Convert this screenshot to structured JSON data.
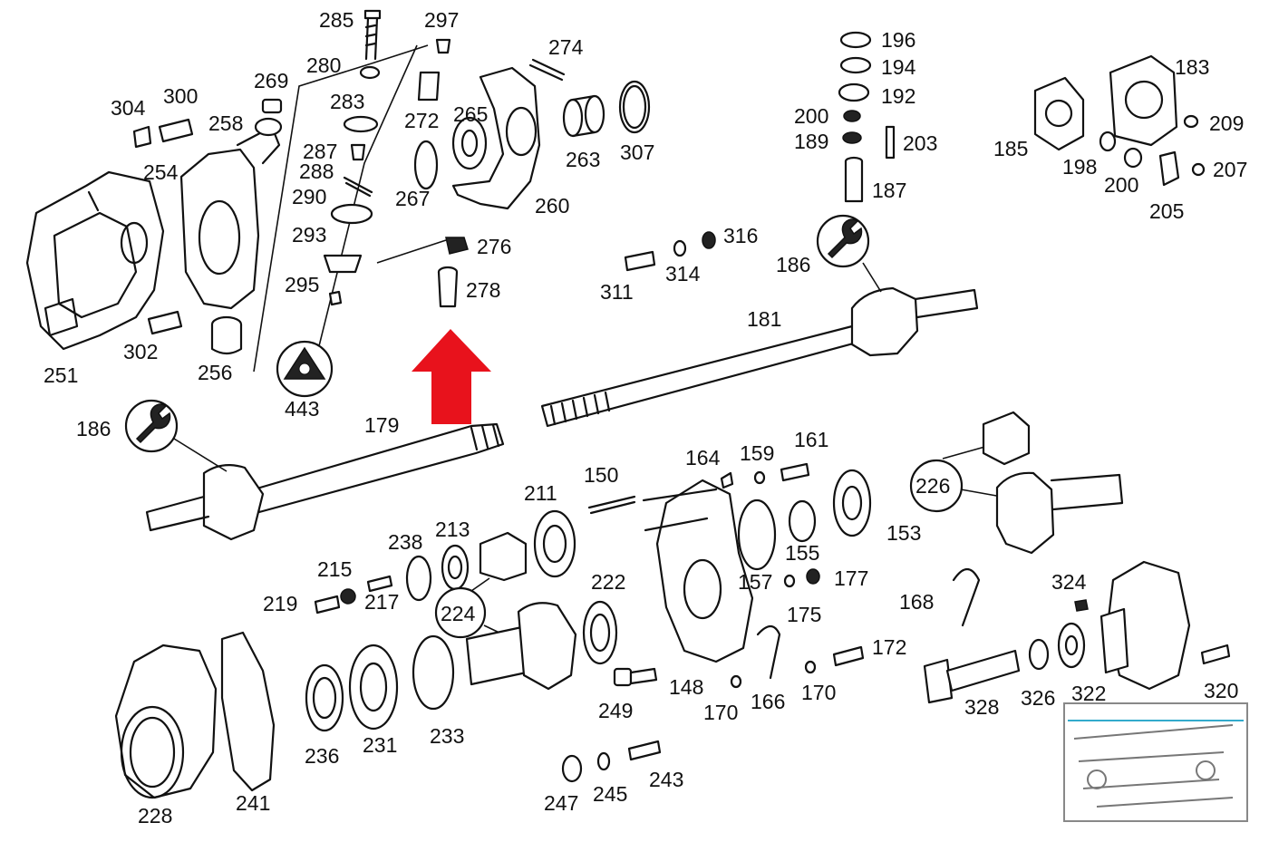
{
  "colors": {
    "arrow": "#e8121c",
    "line": "#111111",
    "background": "#ffffff"
  },
  "icons": {
    "wrench": "wrench-icon",
    "socket": "socket-icon",
    "arrow": "arrow-up-icon"
  },
  "labels": {
    "p285": "285",
    "p297": "297",
    "p274": "274",
    "p269": "269",
    "p280": "280",
    "p304": "304",
    "p300": "300",
    "p258": "258",
    "p283": "283",
    "p272": "272",
    "p265": "265",
    "p263": "263",
    "p307": "307",
    "p287": "287",
    "p288": "288",
    "p254": "254",
    "p290": "290",
    "p267": "267",
    "p260": "260",
    "p293": "293",
    "p276": "276",
    "p295": "295",
    "p278": "278",
    "p302": "302",
    "p251": "251",
    "p256": "256",
    "p443": "443",
    "p196": "196",
    "p194": "194",
    "p192": "192",
    "p200a": "200",
    "p189": "189",
    "p203": "203",
    "p187": "187",
    "p183": "183",
    "p209": "209",
    "p185": "185",
    "p198": "198",
    "p200b": "200",
    "p207": "207",
    "p205": "205",
    "p316": "316",
    "p311": "311",
    "p314": "314",
    "p186a": "186",
    "p181": "181",
    "p186b": "186",
    "p179": "179",
    "p164": "164",
    "p159": "159",
    "p161": "161",
    "p150": "150",
    "p211": "211",
    "p226": "226",
    "p153": "153",
    "p213": "213",
    "p238": "238",
    "p155": "155",
    "p215": "215",
    "p222": "222",
    "p157": "157",
    "p177": "177",
    "p324": "324",
    "p219": "219",
    "p217": "217",
    "p224": "224",
    "p168": "168",
    "p175": "175",
    "p172": "172",
    "p148": "148",
    "p249": "249",
    "p166": "166",
    "p170a": "170",
    "p170b": "170",
    "p328": "328",
    "p326": "326",
    "p322": "322",
    "p320": "320",
    "p236": "236",
    "p231": "231",
    "p233": "233",
    "p228": "228",
    "p241": "241",
    "p243": "243",
    "p245": "245",
    "p247": "247"
  }
}
